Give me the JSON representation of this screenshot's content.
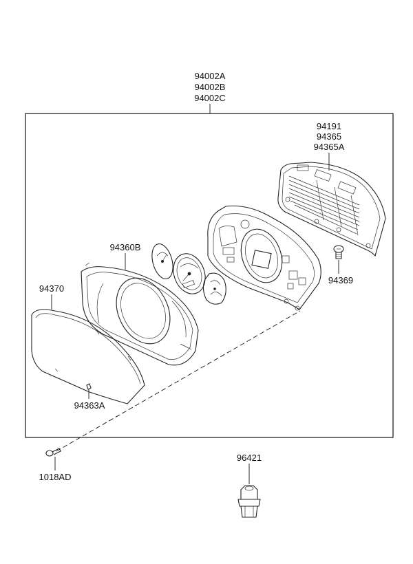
{
  "assembly": {
    "labels": [
      "94002A",
      "94002B",
      "94002C"
    ]
  },
  "parts": {
    "circuit_board": {
      "labels": [
        "94191",
        "94365",
        "94365A"
      ]
    },
    "screw": {
      "label": "94369"
    },
    "housing": {
      "label": "94360B"
    },
    "lens": {
      "label": "94370"
    },
    "clip": {
      "label": "94363A"
    },
    "fastener": {
      "label": "1018AD"
    },
    "sensor": {
      "label": "96421"
    }
  },
  "colors": {
    "line": "#222222",
    "background": "#ffffff"
  }
}
